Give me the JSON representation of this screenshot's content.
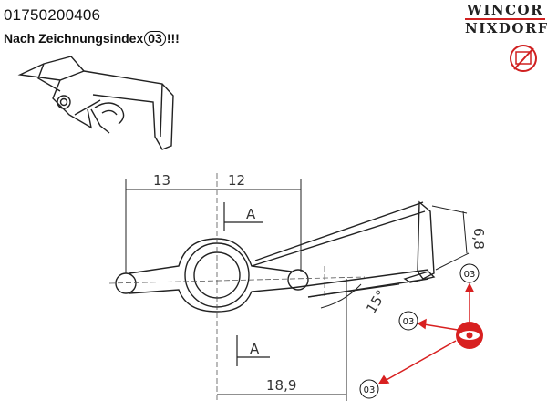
{
  "header": {
    "part_number": "01750200406",
    "index_prefix": "Nach Zeichnungsindex",
    "index_value": "03",
    "index_suffix": "!!!"
  },
  "logo": {
    "line1": "WINCOR",
    "line2": "NIXDORF"
  },
  "dimensions": {
    "left_width": "13",
    "right_width": "12",
    "overall_width": "18,9",
    "thickness": "6,8",
    "angle": "15°"
  },
  "section_marks": {
    "top": "A",
    "bottom": "A"
  },
  "callouts": [
    "03",
    "03",
    "03"
  ],
  "colors": {
    "annotation": "#d82020",
    "ink": "#222222",
    "logo_text": "#222222"
  }
}
